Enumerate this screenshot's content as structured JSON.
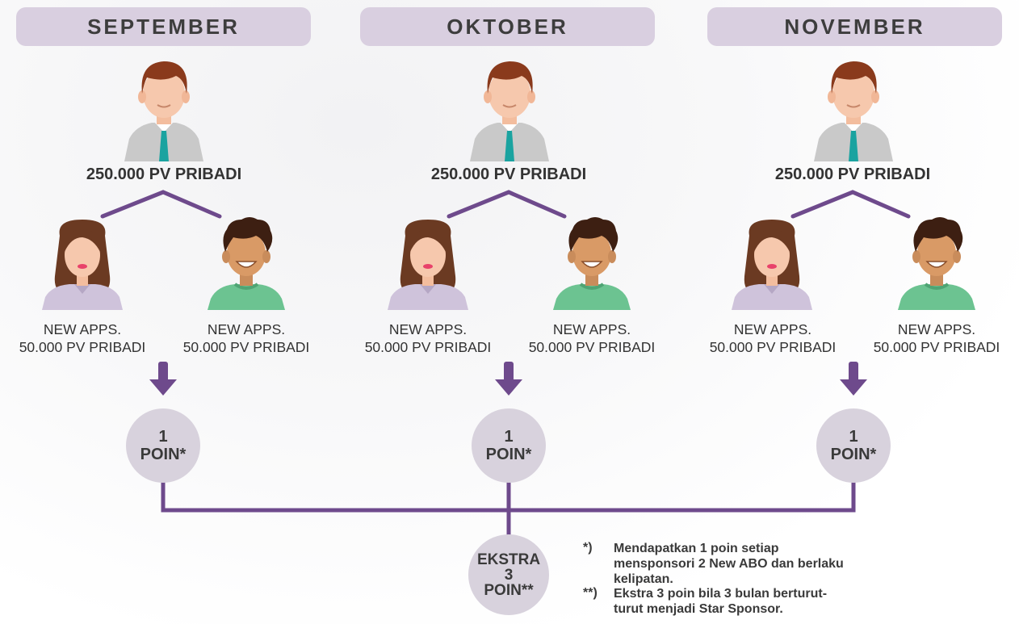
{
  "months": [
    {
      "label": "SEPTEMBER",
      "sponsor_pv": "250.000 PV PRIBADI",
      "apps": [
        {
          "line1": "NEW APPS.",
          "line2": "50.000 PV PRIBADI"
        },
        {
          "line1": "NEW APPS.",
          "line2": "50.000 PV PRIBADI"
        }
      ],
      "points_line1": "1",
      "points_line2": "POIN*"
    },
    {
      "label": "OKTOBER",
      "sponsor_pv": "250.000 PV PRIBADI",
      "apps": [
        {
          "line1": "NEW APPS.",
          "line2": "50.000 PV PRIBADI"
        },
        {
          "line1": "NEW APPS.",
          "line2": "50.000 PV PRIBADI"
        }
      ],
      "points_line1": "1",
      "points_line2": "POIN*"
    },
    {
      "label": "NOVEMBER",
      "sponsor_pv": "250.000 PV PRIBADI",
      "apps": [
        {
          "line1": "NEW APPS.",
          "line2": "50.000 PV PRIBADI"
        },
        {
          "line1": "NEW APPS.",
          "line2": "50.000 PV PRIBADI"
        }
      ],
      "points_line1": "1",
      "points_line2": "POIN*"
    }
  ],
  "bonus": {
    "line1": "EKSTRA",
    "line2": "3",
    "line3": "POIN**"
  },
  "notes": [
    {
      "mark": "*)",
      "text": "Mendapatkan 1 poin setiap mensponsori 2 New ABO dan berlaku kelipatan."
    },
    {
      "mark": "**)",
      "text": "Ekstra 3 poin bila 3 bulan berturut-turut menjadi Star Sponsor."
    }
  ],
  "colors": {
    "pill": "#d9cfe0",
    "connector": "#6e4a8c",
    "circle": "#d8d2dd",
    "tie": "#1aa3a0",
    "shirt": "#c9c9c9",
    "hair_man": "#8a3a1c",
    "skin": "#f6c8ad",
    "female_shirt": "#cfc3db",
    "male_green": "#6cc391"
  },
  "icons": [
    "man-avatar-icon",
    "woman-avatar-icon",
    "boy-avatar-icon",
    "down-arrow-icon"
  ]
}
